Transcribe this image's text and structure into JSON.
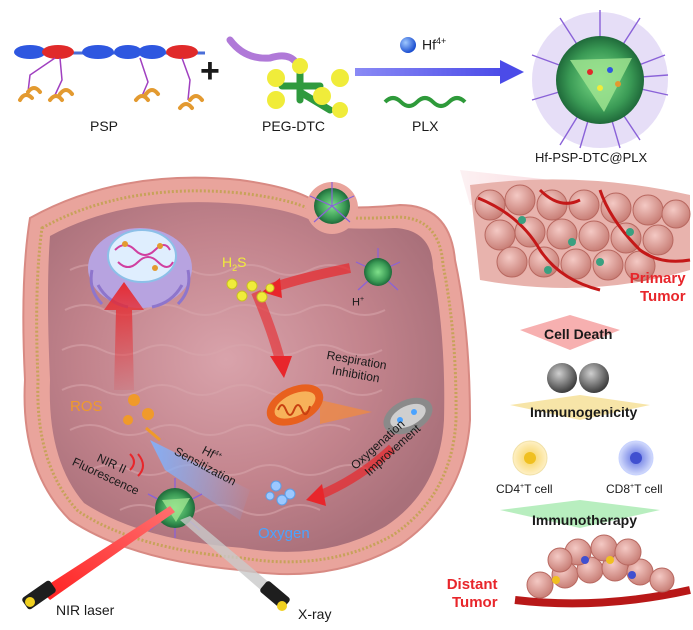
{
  "top": {
    "psp_label": "PSP",
    "plus": "+",
    "pegdtc_label": "PEG-DTC",
    "ion_label": "Hf",
    "ion_charge": "4+",
    "plx_label": "PLX",
    "product_label": "Hf-PSP-DTC@PLX"
  },
  "cell": {
    "h2s_main": "H",
    "h2s_sub": "2",
    "h2s_end": "S",
    "h_plus": "H",
    "h_plus_sup": "+",
    "ros": "ROS",
    "respiration_1": "Respiration",
    "respiration_2": "Inhibition",
    "hf_sens_1": "Hf",
    "hf_sens_sup": "4+",
    "hf_sens_2": "Sensitization",
    "nir_fluor_1": "NIR II",
    "nir_fluor_2": "Fluorescence",
    "oxy_impr_1": "Oxygenation",
    "oxy_impr_2": "Improvement",
    "oxygen": "Oxygen",
    "nir_laser": "NIR laser",
    "xray": "X-ray"
  },
  "right": {
    "primary_1": "Primary",
    "primary_2": "Tumor",
    "cell_death": "Cell Death",
    "immunogenicity": "Immunogenicity",
    "cd4_pre": "CD4",
    "cd4_sup": "+",
    "cd4_post": "T cell",
    "cd8_pre": "CD8",
    "cd8_sup": "+",
    "cd8_post": "T cell",
    "immunotherapy": "Immunotherapy",
    "distant_1": "Distant",
    "distant_2": "Tumor"
  },
  "colors": {
    "red_label": "#e8262b",
    "ros_orange": "#f09a2a",
    "oxygen_blue": "#4aa3ff",
    "cell_pink": "#c98a93",
    "membrane": "#e9a49c",
    "arrow_purple": "#6f6ff0"
  },
  "icons": [
    "nanoparticle-icon",
    "mitochondrion-icon",
    "nucleus-icon",
    "laser-icon",
    "xray-source-icon",
    "tumor-mass-icon",
    "dead-cell-icon",
    "t-cell-icon"
  ]
}
